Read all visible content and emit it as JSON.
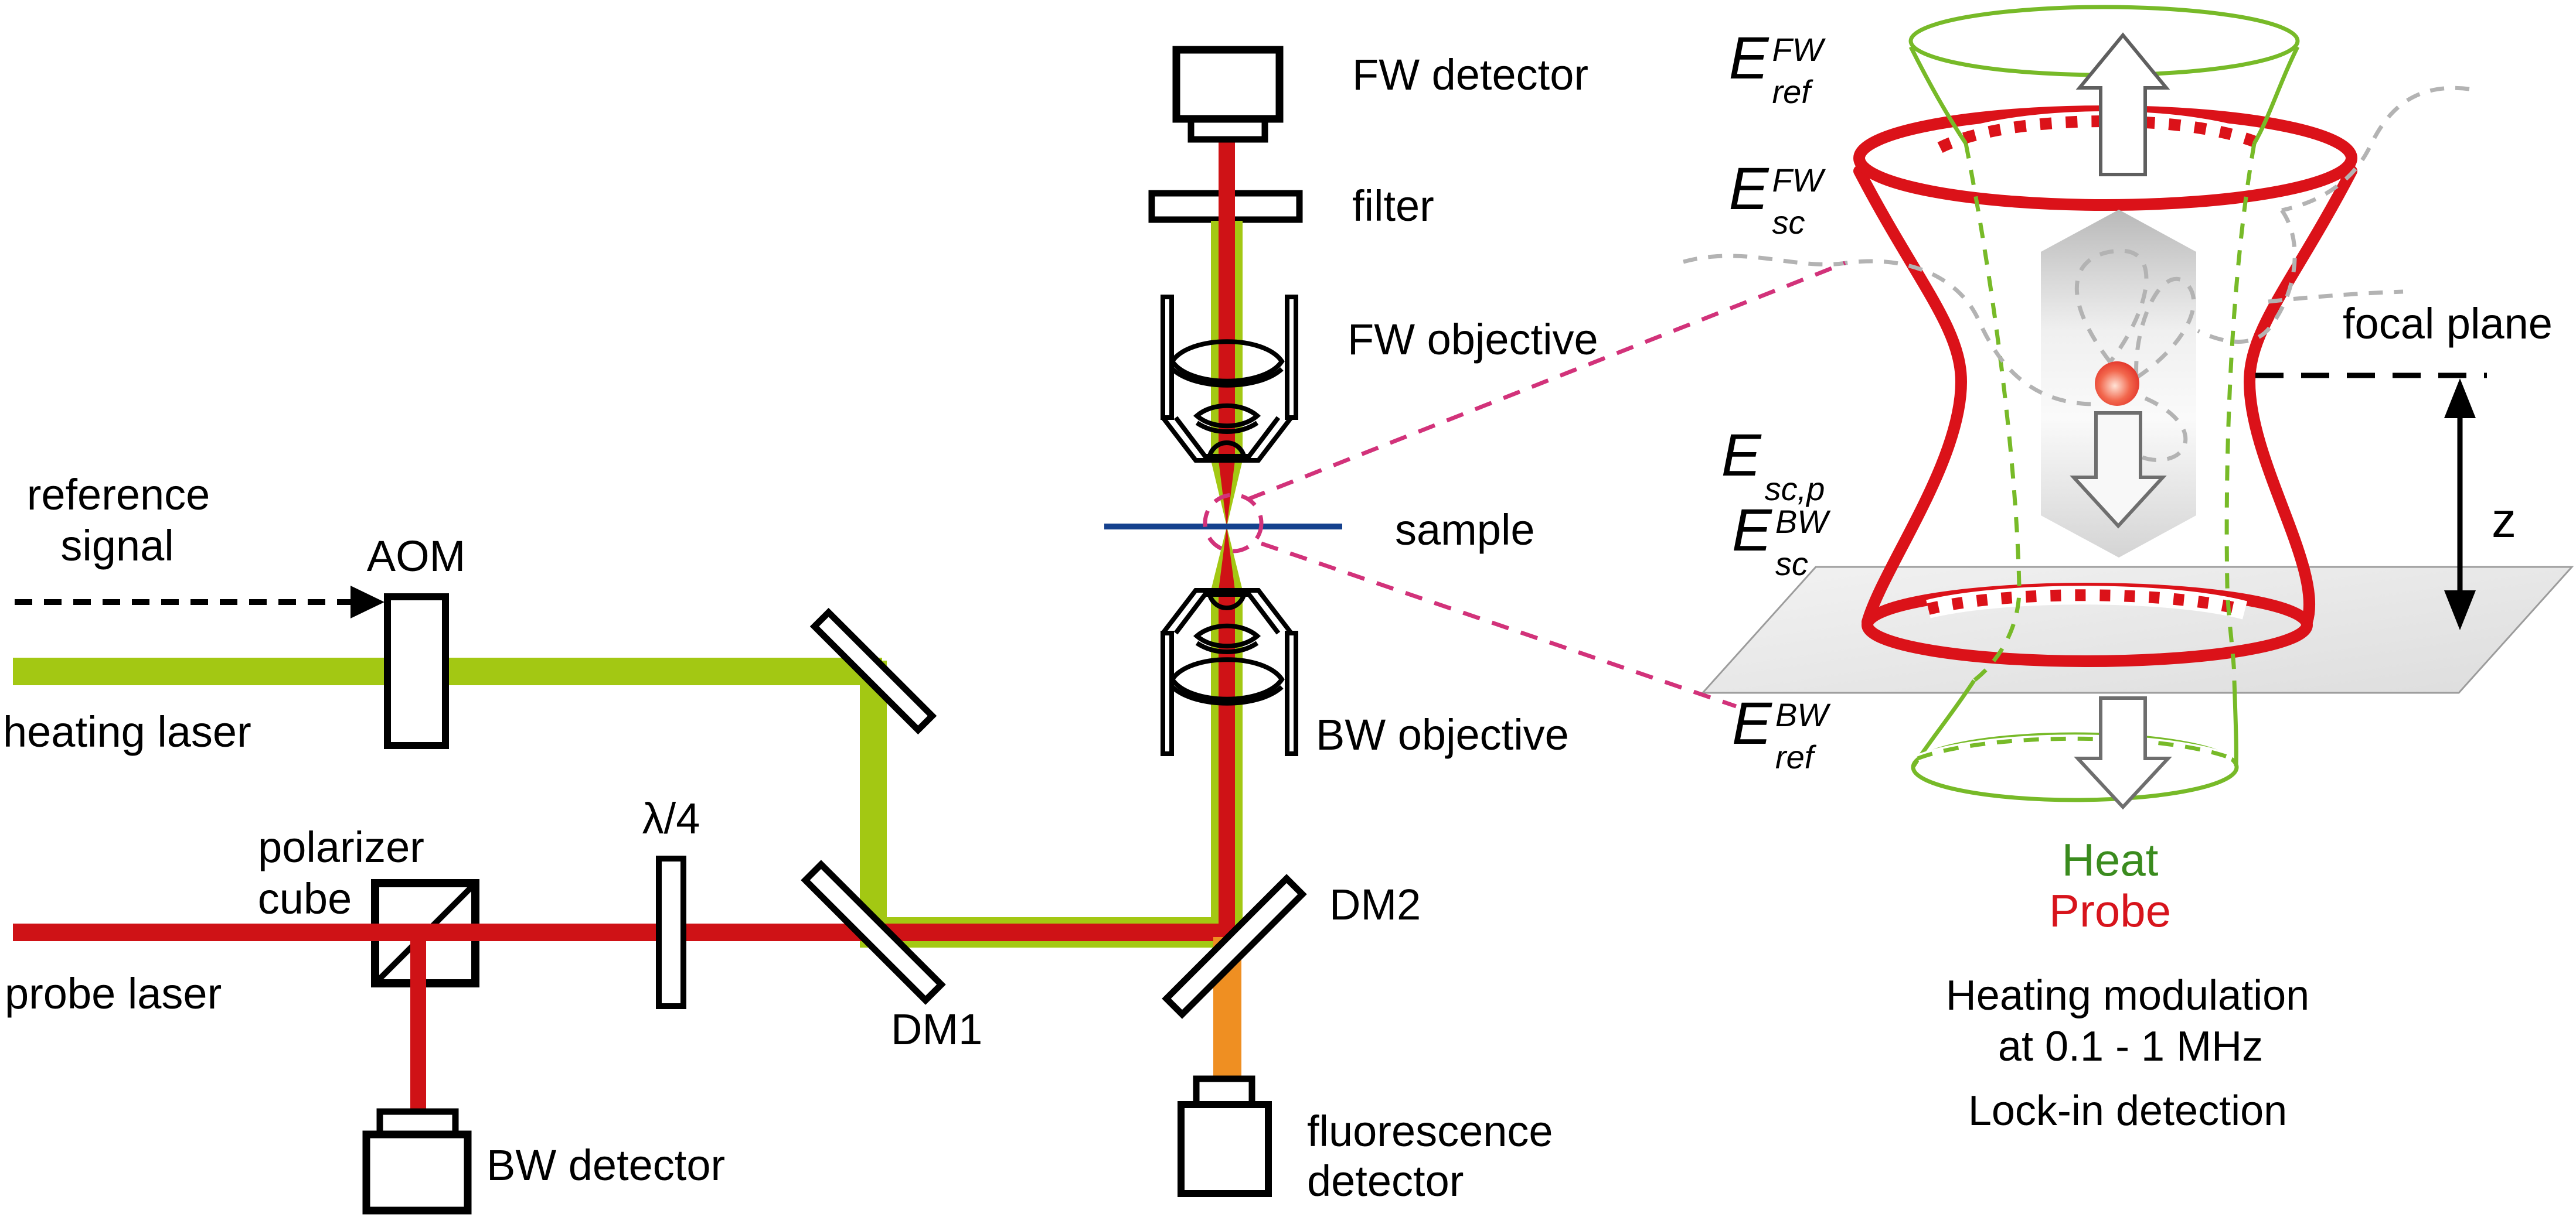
{
  "diagram_title": "photothermal microscope setup",
  "colors": {
    "heating_beam_green": "#a3c813",
    "probe_beam_red": "#cf1216",
    "fluorescence_orange": "#ef8f22",
    "sample_blue": "#15418e",
    "heat_cone_green": "#77ba28",
    "probe_cone_red": "#db1219",
    "zoom_link_pink": "#d2327a",
    "heat_text_green": "#3a8b1e",
    "probe_text_red": "#d7141c",
    "wisp_grey": "#b3b3b3"
  },
  "left_panel": {
    "reference_line1": "reference",
    "reference_line2": "signal",
    "aom": "AOM",
    "heating_laser": "heating laser",
    "polarizer_line1": "polarizer",
    "polarizer_line2": "cube",
    "probe_laser": "probe laser",
    "bw_detector": "BW detector",
    "lambda_quarter": "λ/4",
    "dm1": "DM1",
    "dm2": "DM2"
  },
  "center_column": {
    "fw_detector": "FW detector",
    "filter": "filter",
    "fw_objective": "FW objective",
    "sample": "sample",
    "bw_objective": "BW objective",
    "fluorescence_line1": "fluorescence",
    "fluorescence_line2": "detector"
  },
  "right_panel": {
    "focal_plane": "focal plane",
    "z_axis": "z",
    "heat": "Heat",
    "probe": "Probe",
    "modulation_line1": "Heating modulation",
    "modulation_line2": "at 0.1 - 1 MHz",
    "lockin": "Lock-in detection"
  },
  "efields": [
    {
      "main": "E",
      "sup": "FW",
      "sub": "ref"
    },
    {
      "main": "E",
      "sup": "FW",
      "sub": "sc"
    },
    {
      "main": "E",
      "sup": "",
      "sub": "sc,p"
    },
    {
      "main": "E",
      "sup": "BW",
      "sub": "sc"
    },
    {
      "main": "E",
      "sup": "BW",
      "sub": "ref"
    }
  ]
}
